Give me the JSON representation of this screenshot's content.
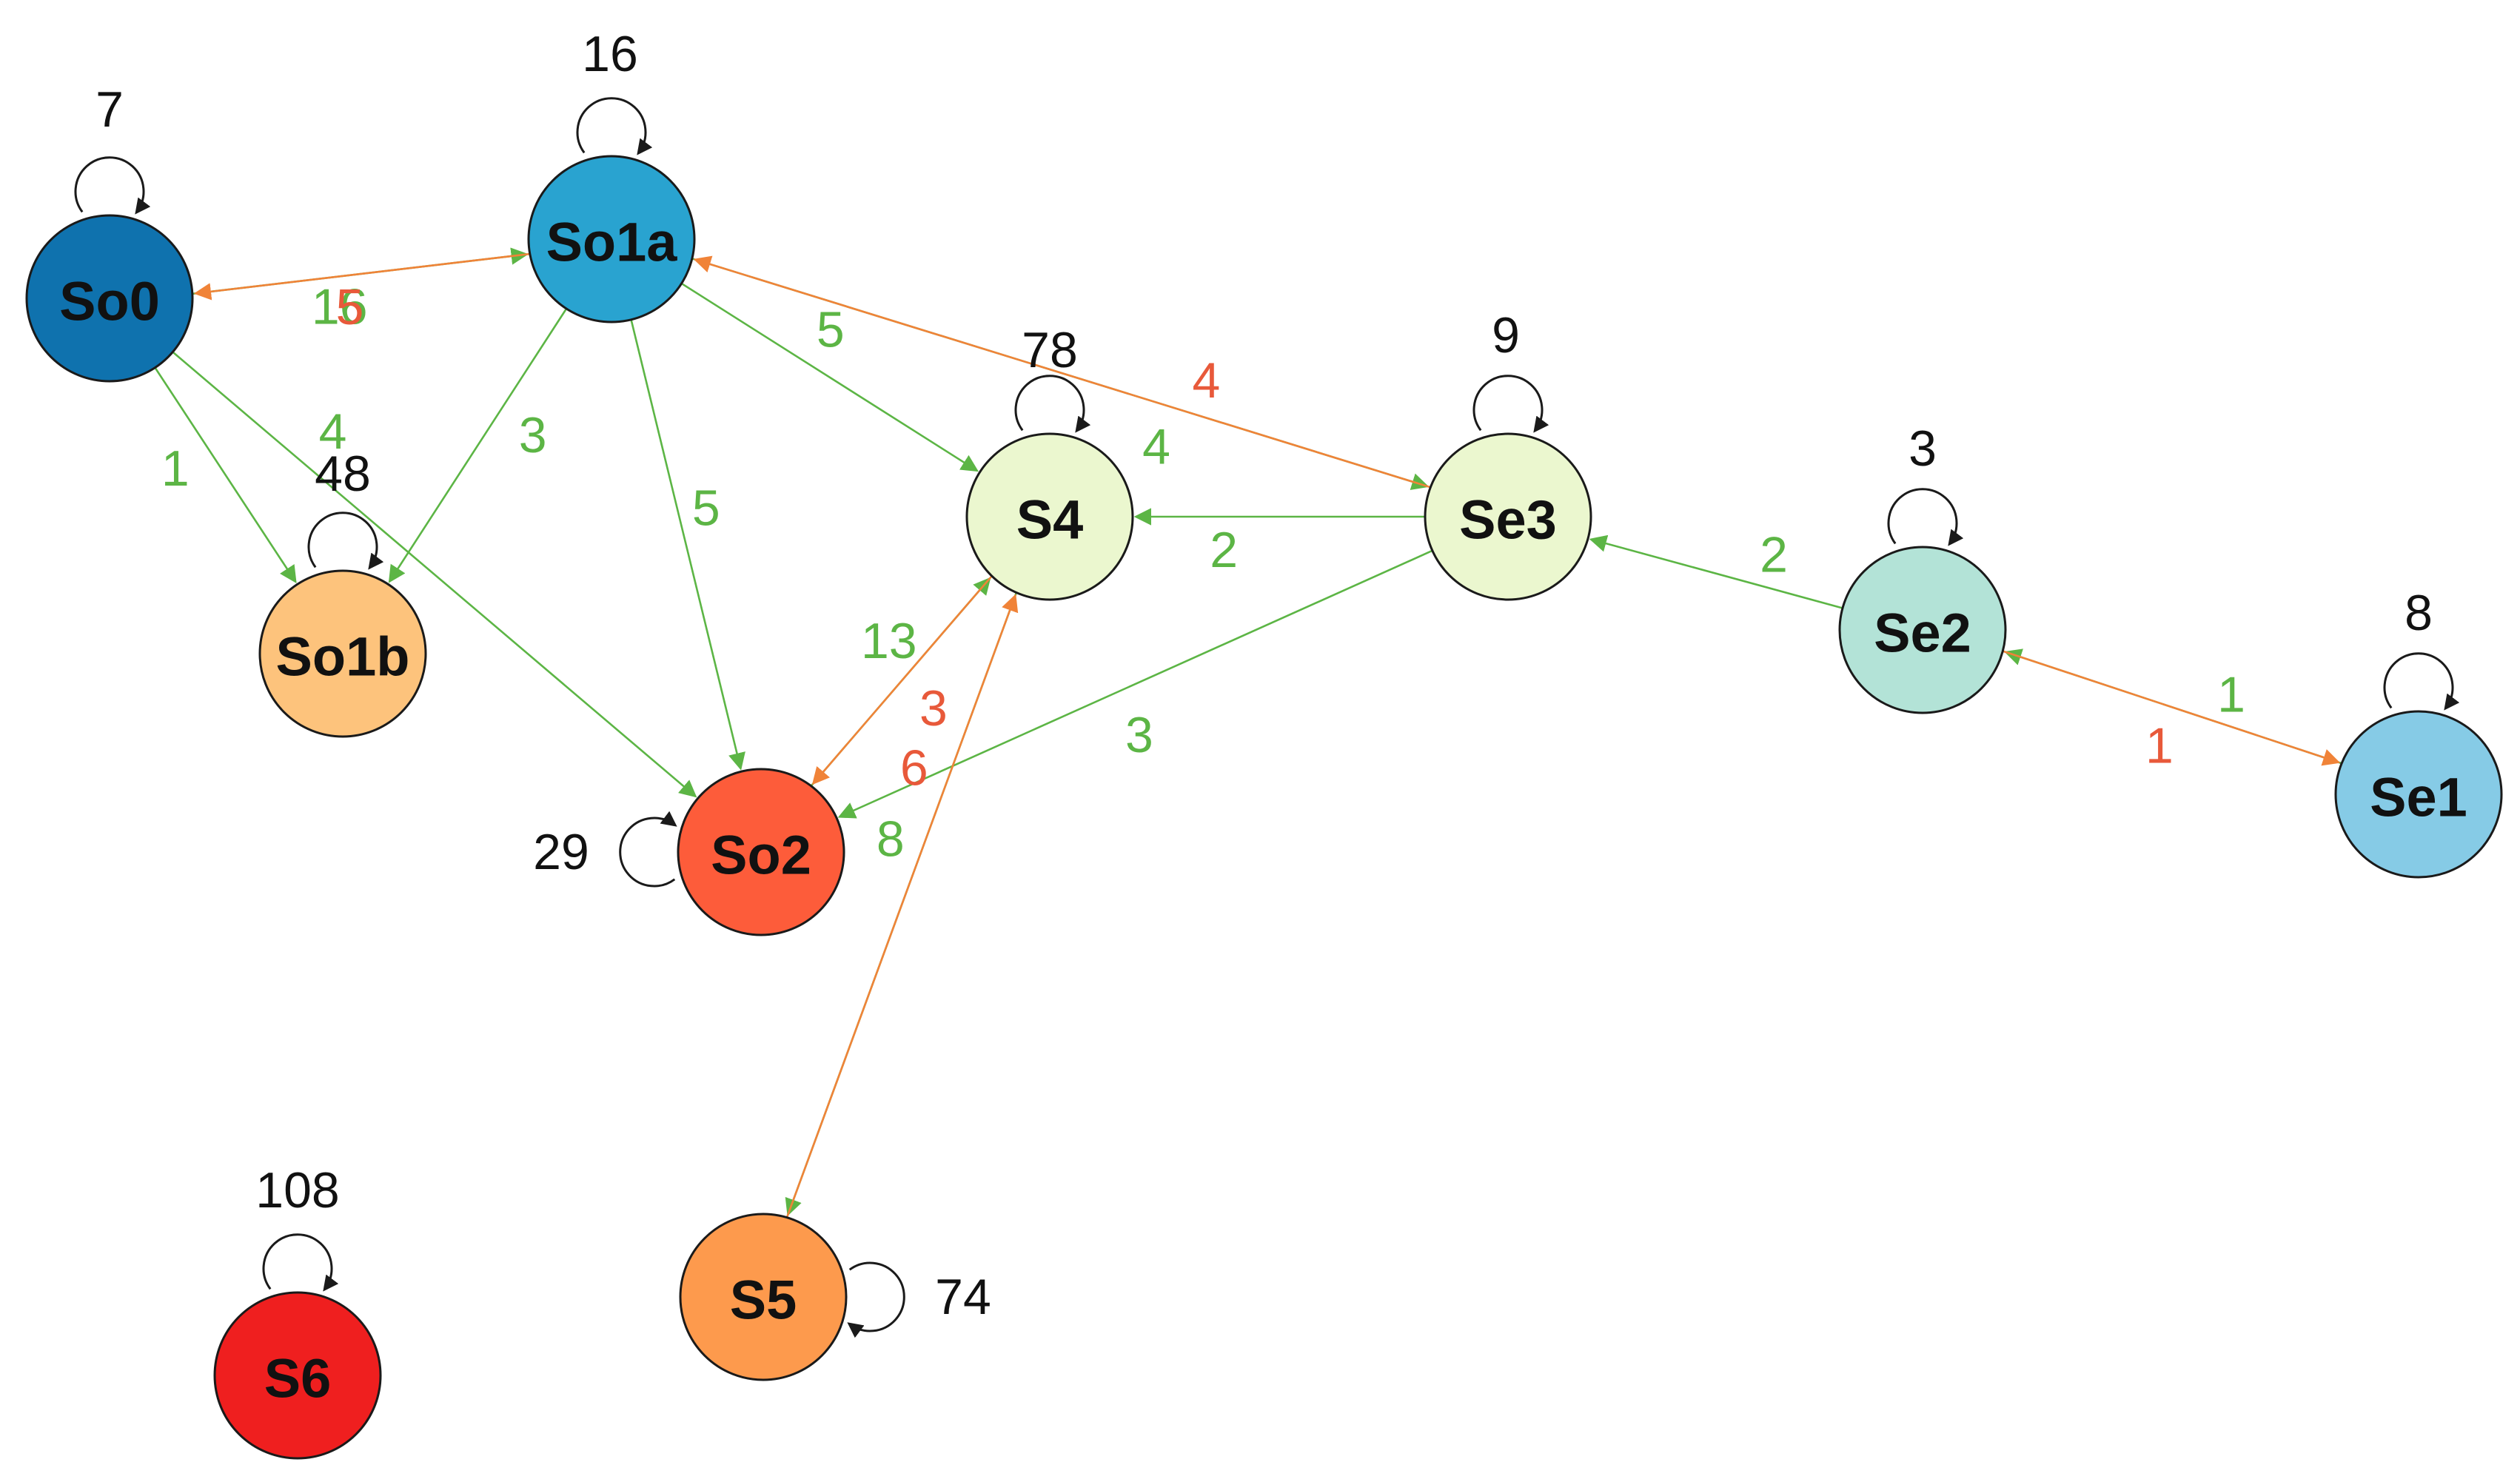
{
  "colors": {
    "forward_edge": "#5cb545",
    "backward_edge": "#f08338",
    "backward_label": "#e8593a",
    "loop": "#1a1a1a"
  },
  "nodes": [
    {
      "id": "So0",
      "label": "So0",
      "color": "#0f72ae",
      "self_loop": "7"
    },
    {
      "id": "So1a",
      "label": "So1a",
      "color": "#29a3d0",
      "self_loop": "16"
    },
    {
      "id": "So1b",
      "label": "So1b",
      "color": "#fdc37c",
      "self_loop": "48"
    },
    {
      "id": "S4",
      "label": "S4",
      "color": "#ebf7cf",
      "self_loop": "78"
    },
    {
      "id": "Se3",
      "label": "Se3",
      "color": "#ebf7cf",
      "self_loop": "9"
    },
    {
      "id": "Se2",
      "label": "Se2",
      "color": "#b3e3d7",
      "self_loop": "3"
    },
    {
      "id": "Se1",
      "label": "Se1",
      "color": "#86cbe6",
      "self_loop": "8"
    },
    {
      "id": "So2",
      "label": "So2",
      "color": "#fd5c3a",
      "self_loop": "29"
    },
    {
      "id": "S5",
      "label": "S5",
      "color": "#fd9a4d",
      "self_loop": "74"
    },
    {
      "id": "S6",
      "label": "S6",
      "color": "#ef1f1f",
      "self_loop": "108"
    }
  ],
  "edges": [
    {
      "from": "So0",
      "to": "So1a",
      "label": "16",
      "kind": "forward"
    },
    {
      "from": "So1a",
      "to": "So0",
      "label": "5",
      "kind": "backward"
    },
    {
      "from": "So0",
      "to": "So1b",
      "label": "1",
      "kind": "forward"
    },
    {
      "from": "So0",
      "to": "So2",
      "label": "4",
      "kind": "forward"
    },
    {
      "from": "So1a",
      "to": "So1b",
      "label": "3",
      "kind": "forward"
    },
    {
      "from": "So1a",
      "to": "So2",
      "label": "5",
      "kind": "forward"
    },
    {
      "from": "So1a",
      "to": "S4",
      "label": "5",
      "kind": "forward"
    },
    {
      "from": "So1a",
      "to": "Se3",
      "label": "4",
      "kind": "forward"
    },
    {
      "from": "Se3",
      "to": "So1a",
      "label": "4",
      "kind": "backward"
    },
    {
      "from": "Se3",
      "to": "S4",
      "label": "2",
      "kind": "forward"
    },
    {
      "from": "Se3",
      "to": "So2",
      "label": "3",
      "kind": "forward"
    },
    {
      "from": "Se2",
      "to": "Se3",
      "label": "2",
      "kind": "forward"
    },
    {
      "from": "Se1",
      "to": "Se2",
      "label": "1",
      "kind": "forward"
    },
    {
      "from": "Se2",
      "to": "Se1",
      "label": "1",
      "kind": "backward"
    },
    {
      "from": "So2",
      "to": "S4",
      "label": "13",
      "kind": "forward"
    },
    {
      "from": "S4",
      "to": "So2",
      "label": "3",
      "kind": "backward"
    },
    {
      "from": "S4",
      "to": "S5",
      "label": "8",
      "kind": "forward"
    },
    {
      "from": "S5",
      "to": "S4",
      "label": "6",
      "kind": "backward"
    }
  ]
}
